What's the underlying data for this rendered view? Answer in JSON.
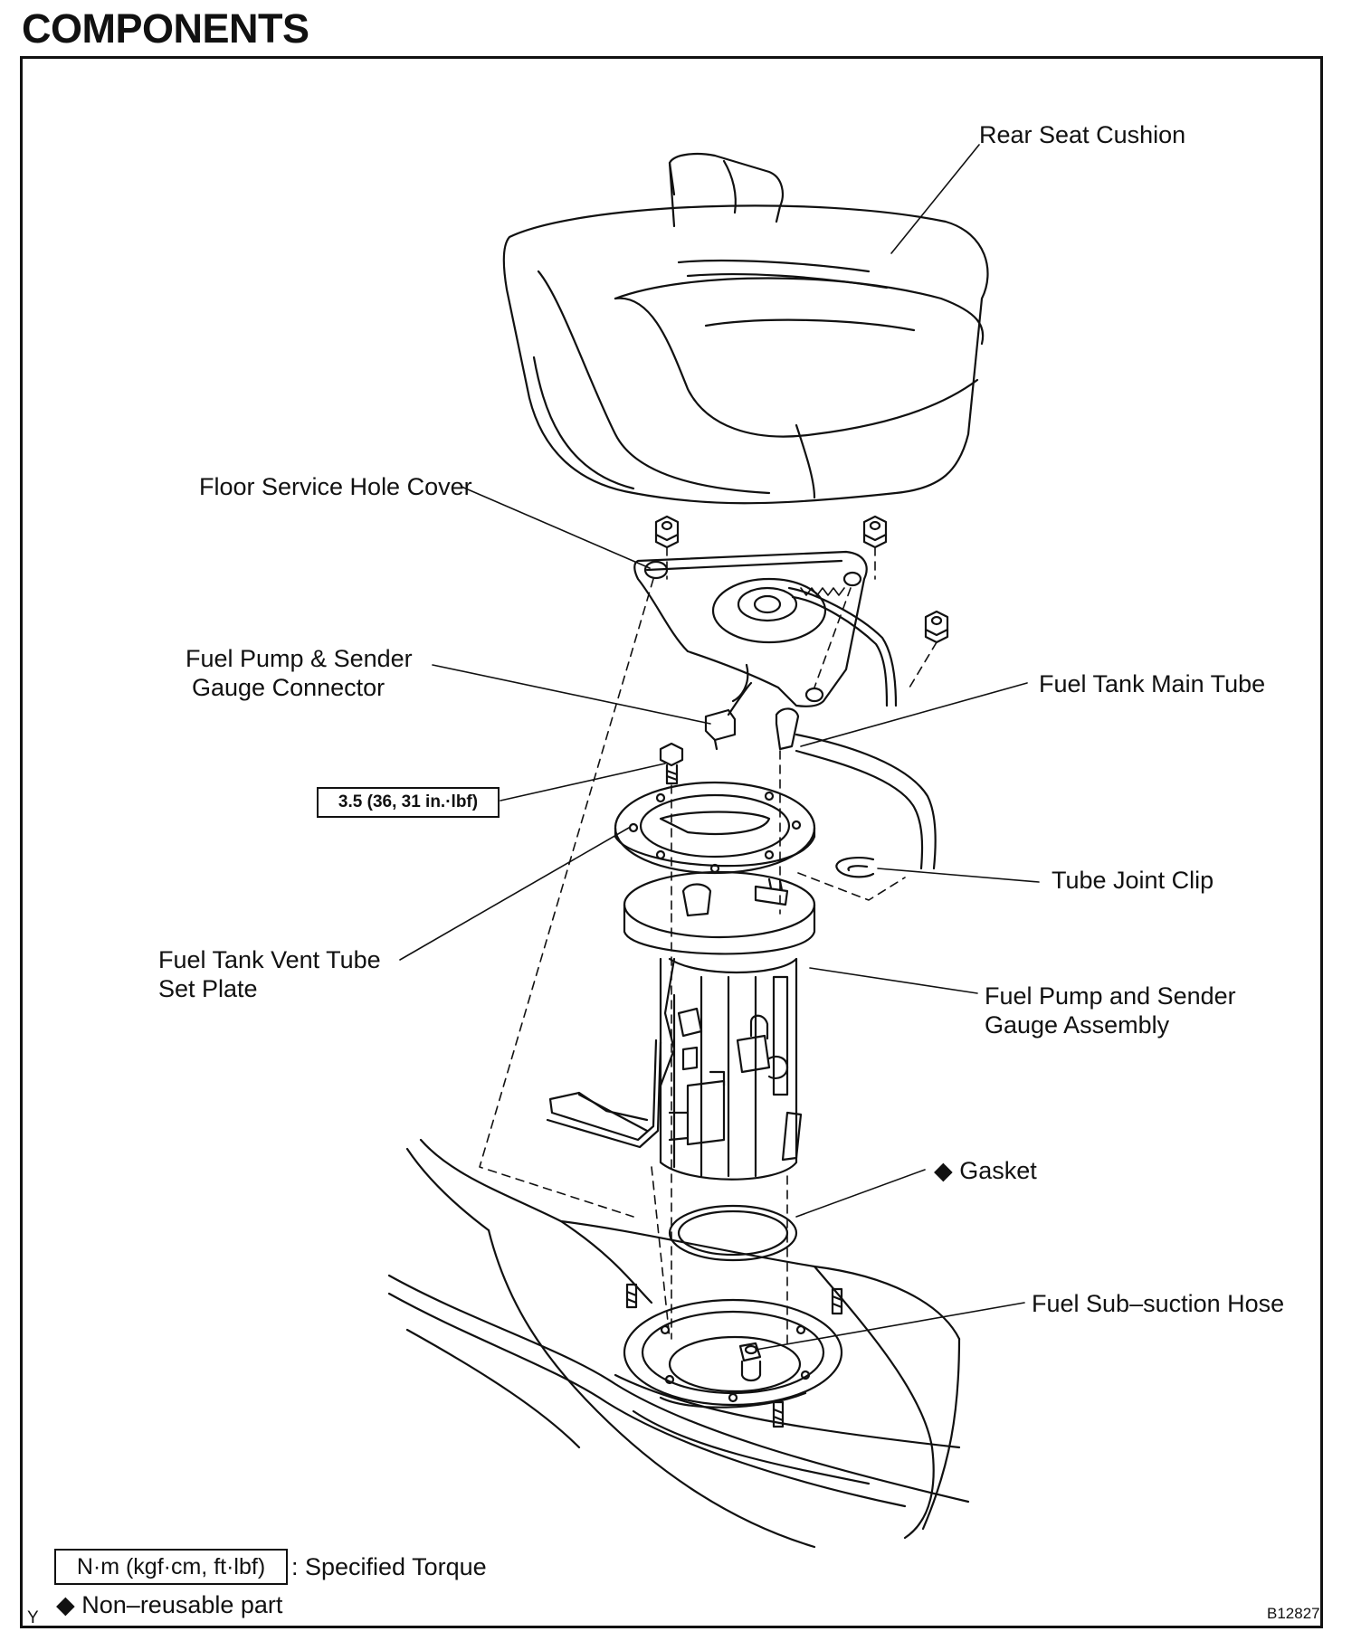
{
  "title": "COMPONENTS",
  "labels": {
    "rear_seat_cushion": "Rear Seat Cushion",
    "floor_service_hole_cover": "Floor Service Hole Cover",
    "connector_line1": "Fuel Pump & Sender",
    "connector_line2": "Gauge Connector",
    "fuel_tank_main_tube": "Fuel Tank Main Tube",
    "tube_joint_clip": "Tube Joint Clip",
    "vent_plate_line1": "Fuel Tank Vent Tube",
    "vent_plate_line2": "Set Plate",
    "pump_assembly_line1": "Fuel Pump and Sender",
    "pump_assembly_line2": "Gauge Assembly",
    "gasket": "◆ Gasket",
    "sub_suction_hose": "Fuel Sub–suction Hose"
  },
  "torque_spec": "3.5 (36, 31 in.·lbf)",
  "legend": {
    "torque_unit": "N·m (kgf·cm, ft·lbf)",
    "torque_desc": ": Specified Torque",
    "non_reusable": "◆ Non–reusable part"
  },
  "corner_mark": "Y",
  "figure_id": "B12827"
}
